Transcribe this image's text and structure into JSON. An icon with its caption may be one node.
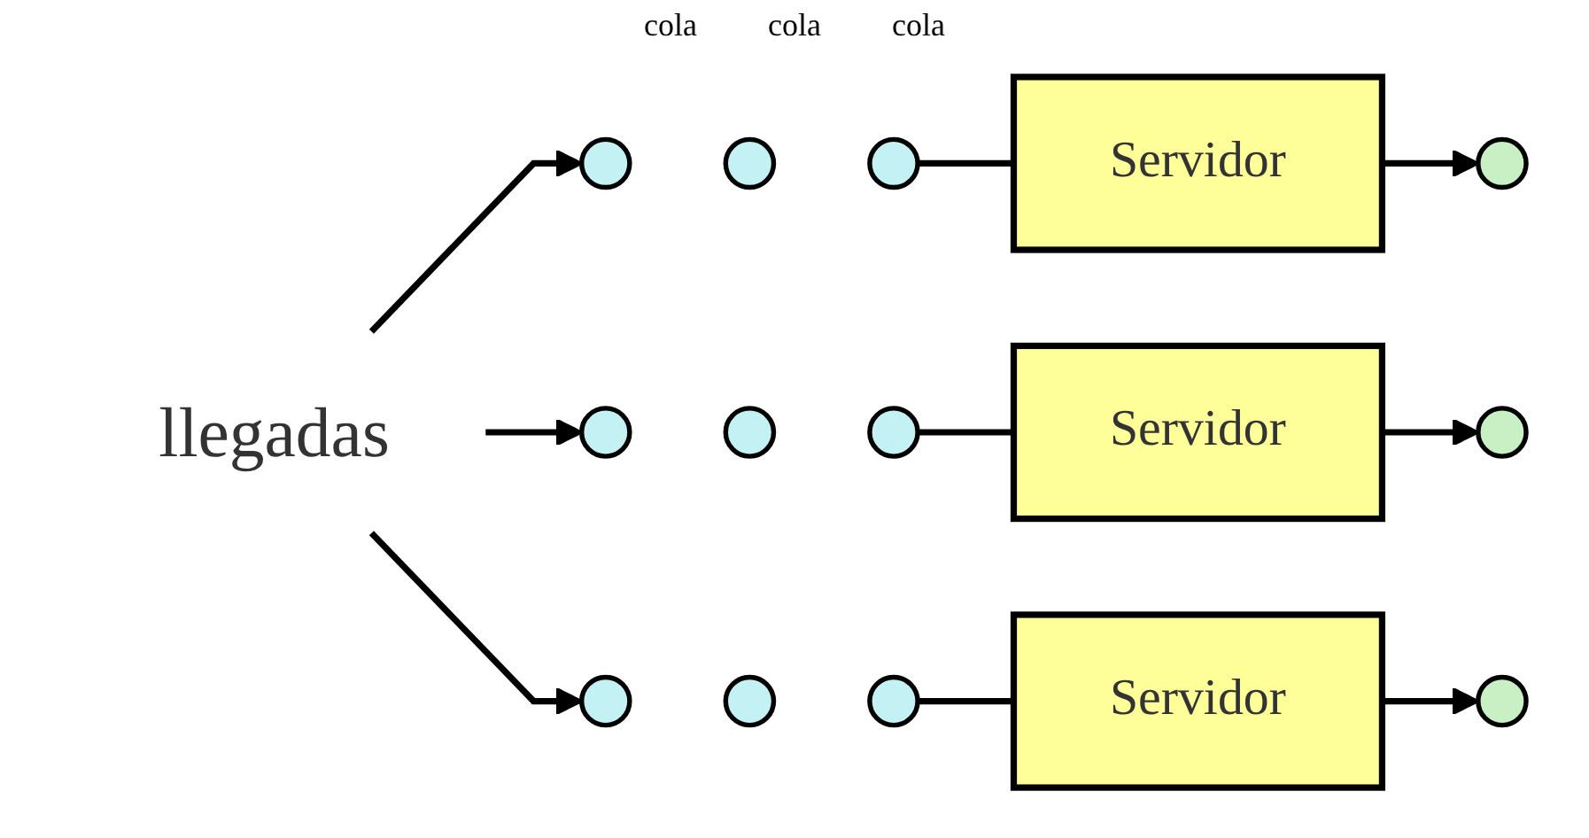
{
  "diagram": {
    "nodes": [
      {
        "text": [
          "llegadas"
        ]
      },
      {
        "text": [],
        "shape": "circle"
      },
      {
        "text": [],
        "shape": "circle"
      },
      {
        "text": [],
        "shape": "circle"
      },
      {
        "text": [
          "Servidor"
        ]
      },
      {
        "text": [],
        "shape": "circle"
      },
      {
        "text": [],
        "shape": "circle"
      },
      {
        "text": [],
        "shape": "circle"
      },
      {
        "text": [],
        "shape": "circle"
      },
      {
        "text": [
          "Servidor"
        ]
      },
      {
        "text": [],
        "shape": "circle"
      },
      {
        "text": [],
        "shape": "circle"
      },
      {
        "text": [],
        "shape": "circle"
      },
      {
        "text": [],
        "shape": "circle"
      },
      {
        "text": [
          "Servidor"
        ]
      },
      {
        "text": [],
        "shape": "circle"
      }
    ],
    "edges": [
      {
        "from": 0,
        "to": 1,
        "arrow": "to"
      },
      {
        "from": 0,
        "to": 6,
        "arrow": "to"
      },
      {
        "from": 0,
        "to": 11,
        "arrow": "to"
      },
      {
        "from": 3,
        "to": 4,
        "arrow": "none"
      },
      {
        "from": 4,
        "to": 5,
        "arrow": "to"
      },
      {
        "from": 8,
        "to": 9,
        "arrow": "none"
      },
      {
        "from": 9,
        "to": 10,
        "arrow": "to"
      },
      {
        "from": 13,
        "to": 14,
        "arrow": "none"
      },
      {
        "from": 14,
        "to": 15,
        "arrow": "to"
      }
    ],
    "labels": [
      "cola",
      "cola",
      "cola"
    ]
  }
}
